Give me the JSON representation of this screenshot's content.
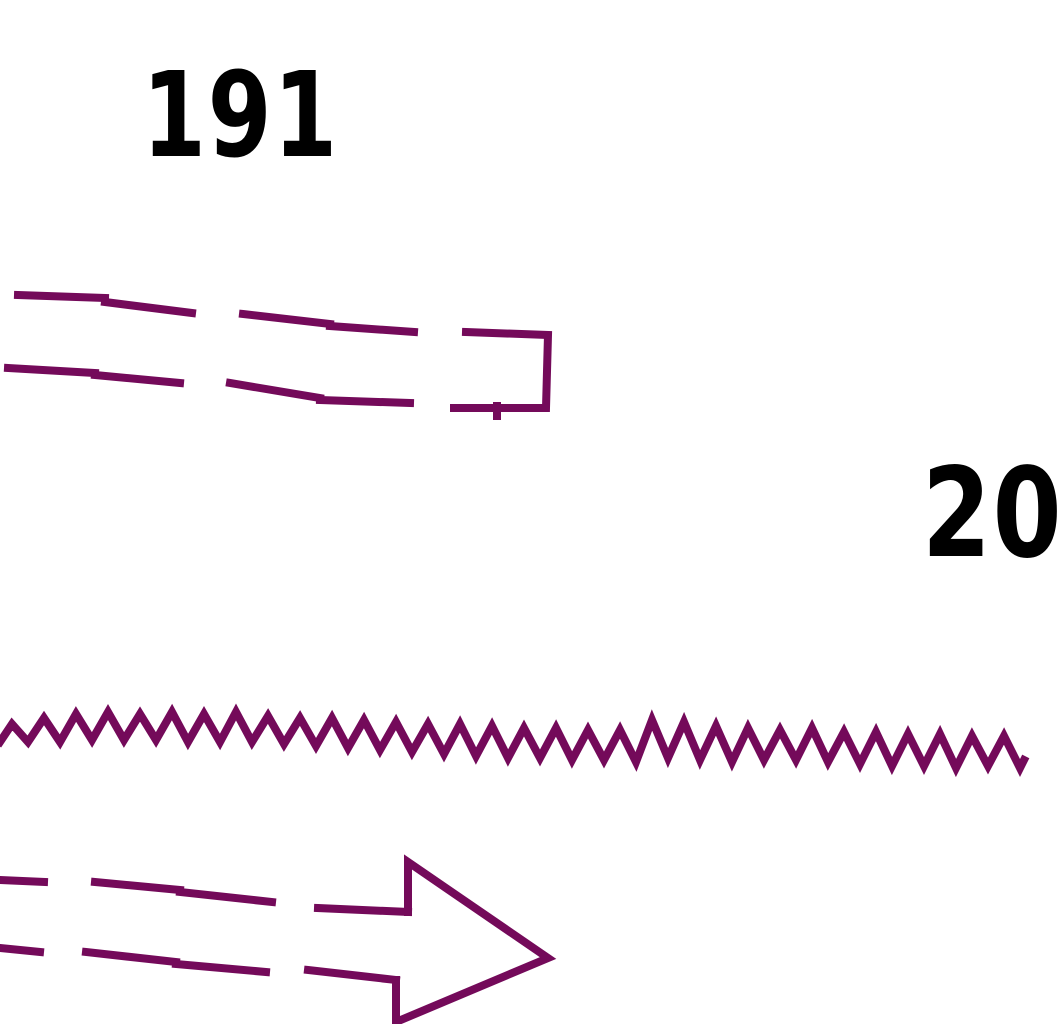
{
  "labels": {
    "top_ref": "191",
    "right_ref": "20"
  },
  "colors": {
    "stroke": "#740a5a",
    "text": "#000000",
    "background": "#ffffff"
  },
  "shapes": {
    "dashed_box_arrow": "dashed-outline-flow",
    "wavy_line": "wavy-flow-line",
    "dashed_block_arrow": "dashed-arrow-flow"
  }
}
